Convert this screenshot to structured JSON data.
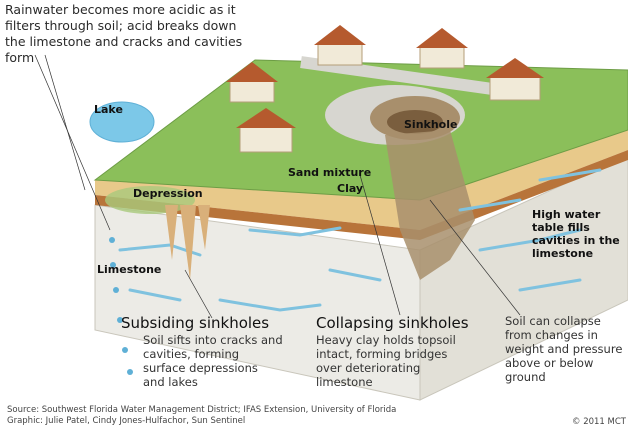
{
  "intro_text": "Rainwater becomes more acidic as it filters through soil; acid breaks down the limestone and cracks and cavities form",
  "labels": {
    "lake": "Lake",
    "depression": "Depression",
    "limestone": "Limestone",
    "sinkhole": "Sinkhole",
    "sand_mixture": "Sand mixture",
    "clay": "Clay",
    "high_water_table": "High water table fills cavities in the limestone"
  },
  "sections": {
    "subsiding": {
      "title": "Subsiding sinkholes",
      "body": "Soil sifts into cracks and cavities, forming surface depressions and lakes"
    },
    "collapsing": {
      "title": "Collapsing sinkholes",
      "body": "Heavy clay holds topsoil intact, forming bridges over deteriorating limestone"
    },
    "soil_collapse": {
      "body": "Soil can collapse from changes in weight and pressure above or below ground"
    }
  },
  "footer": {
    "source": "Source: Southwest Florida Water Management District; IFAS Extension, University of Florida",
    "graphic": "Graphic: Julie Patel, Cindy Jones-Hulfachor, Sun Sentinel",
    "copyright": "© 2011 MCT"
  },
  "colors": {
    "grass": "#8bbf5a",
    "sand": "#e8c98a",
    "clay": "#b8743a",
    "limestone": "#ecebe4",
    "water": "#5fb0d6",
    "roof": "#b55a2e"
  }
}
